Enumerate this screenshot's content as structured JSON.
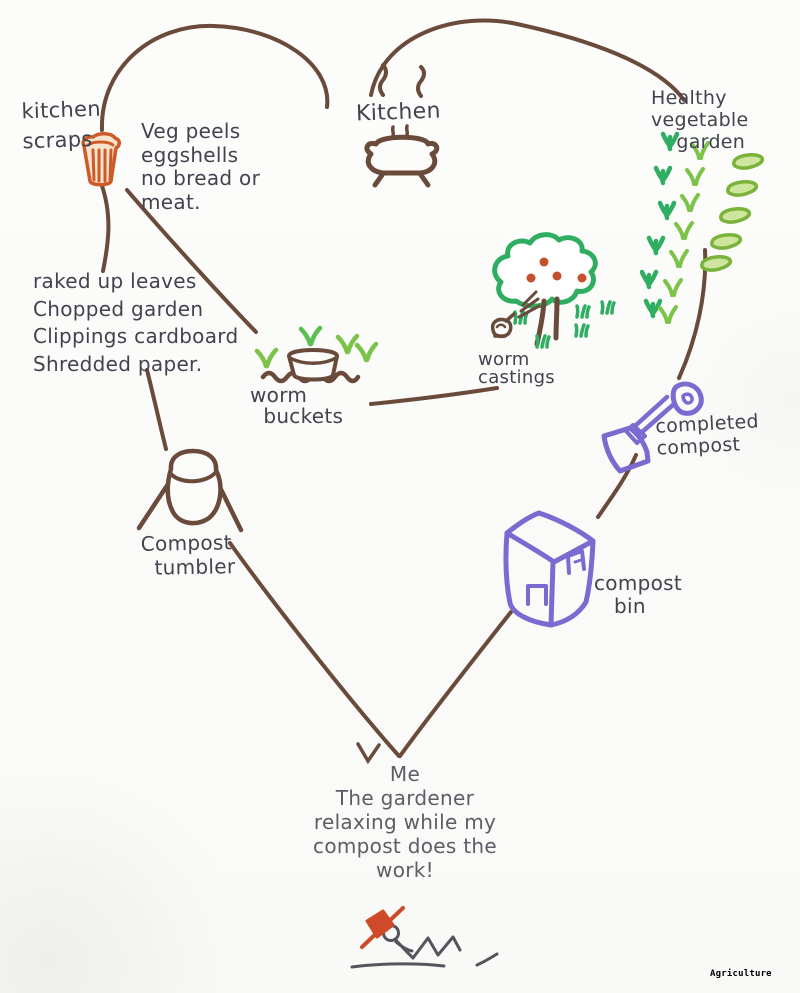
{
  "title": "Hand-drawn heart-shaped compost cycle diagram",
  "colors": {
    "paper": "#fcfcfb",
    "line_brown": "#6a4a3a",
    "ink": "#41444e",
    "pencil": "#5b5e66",
    "basket_orange": "#cc5b28",
    "teal_green": "#2fae62",
    "leaf_green": "#7cc34a",
    "purple": "#7c6ad0",
    "fruit_red": "#c4512b",
    "figure_gray": "#54555c",
    "hat_orange": "#cf4a28",
    "corner_tag_black": "#000000"
  },
  "labels": {
    "kitchen_scraps": "kitchen\nscraps",
    "veg_peels": "Veg peels\neggshells\nno bread or\nmeat.",
    "kitchen": "Kitchen",
    "healthy_garden": "Healthy\nvegetable\n    garden",
    "brown_materials": "raked up leaves\nChopped garden\nClippings cardboard\nShredded paper.",
    "worm_buckets": "worm\n  buckets",
    "worm_castings": "worm\ncastings",
    "completed_compost": "completed\ncompost",
    "compost_bin": "compost\n   bin",
    "compost_tumbler": "Compost\n  tumbler",
    "gardener": "Me\nThe gardener\nrelaxing while my\ncompost does the\nwork!",
    "corner_tag": "Agriculture"
  },
  "icons": {
    "heart-outline": "heart-shaped cycle path in brown marker",
    "arrow-down-tip-icon": "arrowhead at heart point aiming at gardener text",
    "scrap-bin-icon": "orange striped kitchen scraps basket",
    "cooking-pot-icon": "brown steaming cooking pot",
    "steam-icon": "steam squiggles above pot",
    "vegetable-rows-icon": "three rows of green garden vegetables",
    "fruit-tree-icon": "green fruit tree with red fruit and grass tufts",
    "worm-critter-icon": "small worm critter with motion lines",
    "worm-bucket-icon": "bucket with worms and green seedlings",
    "shovel-icon": "purple garden shovel",
    "compost-bin-icon": "purple 3D compost bin with hatch doors",
    "compost-tumbler-icon": "brown compost tumbler barrel on A-frame stand",
    "gardener-figure-icon": "stick figure with orange hat reclining on ground"
  }
}
